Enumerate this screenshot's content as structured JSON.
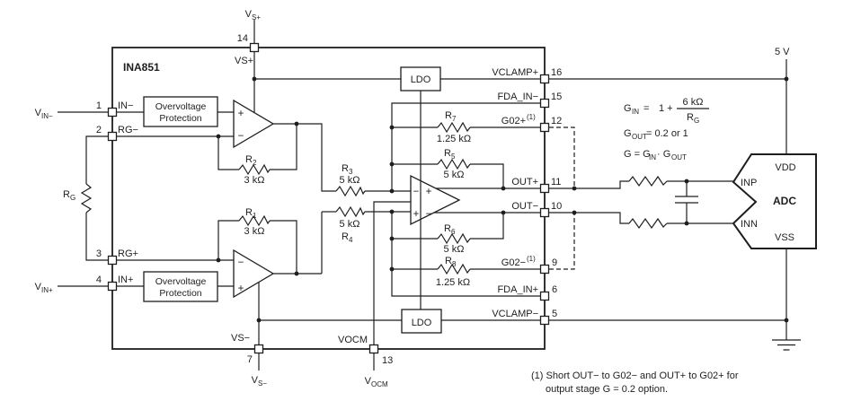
{
  "chip": {
    "title": "INA851",
    "ovp": {
      "line1": "Overvoltage",
      "line2": "Protection"
    },
    "ldo_label": "LDO",
    "marks": {
      "plus": "+",
      "minus": "−"
    }
  },
  "pins": {
    "p1": {
      "num": "1",
      "name": "IN−"
    },
    "p2": {
      "num": "2",
      "name": "RG−"
    },
    "p3": {
      "num": "3",
      "name": "RG+"
    },
    "p4": {
      "num": "4",
      "name": "IN+"
    },
    "p5": {
      "num": "5",
      "name": "VCLAMP−"
    },
    "p6": {
      "num": "6",
      "name": "FDA_IN+"
    },
    "p7": {
      "num": "7",
      "name": "VS−"
    },
    "p9": {
      "num": "9",
      "name": "G02−",
      "sup": "(1)"
    },
    "p10": {
      "num": "10",
      "name": "OUT−"
    },
    "p11": {
      "num": "11",
      "name": "OUT+"
    },
    "p12": {
      "num": "12",
      "name": "G02+",
      "sup": "(1)"
    },
    "p13": {
      "num": "13",
      "name": "VOCM"
    },
    "p14": {
      "num": "14",
      "name": "VS+"
    },
    "p15": {
      "num": "15",
      "name": "FDA_IN−"
    },
    "p16": {
      "num": "16",
      "name": "VCLAMP+"
    }
  },
  "resistors": {
    "r1": {
      "ref": "R",
      "sub": "1",
      "value": "3 kΩ"
    },
    "r2": {
      "ref": "R",
      "sub": "2",
      "value": "3 kΩ"
    },
    "r3": {
      "ref": "R",
      "sub": "3",
      "value": "5 kΩ"
    },
    "r4": {
      "ref": "R",
      "sub": "4",
      "value": "5 kΩ"
    },
    "r5": {
      "ref": "R",
      "sub": "5",
      "value": "5 kΩ"
    },
    "r6": {
      "ref": "R",
      "sub": "6",
      "value": "5 kΩ"
    },
    "r7": {
      "ref": "R",
      "sub": "7",
      "value": "1.25 kΩ"
    },
    "r8": {
      "ref": "R",
      "sub": "8",
      "value": "1.25 kΩ"
    },
    "rg": {
      "ref": "R",
      "sub": "G"
    }
  },
  "external": {
    "vin_neg": {
      "ref": "V",
      "sub": "IN−"
    },
    "vin_pos": {
      "ref": "V",
      "sub": "IN+"
    },
    "vs_pos": {
      "ref": "V",
      "sub": "S+"
    },
    "vs_neg": {
      "ref": "V",
      "sub": "S−"
    },
    "vocm": {
      "ref": "V",
      "sub": "OCM"
    },
    "rail_5v": "5 V"
  },
  "adc": {
    "title": "ADC",
    "vdd": "VDD",
    "inp": "INP",
    "inn": "INN",
    "vss": "VSS"
  },
  "equations": {
    "gin": {
      "lhs": "G",
      "lhs_sub": "IN",
      "eq": "=",
      "one_plus": "1 +",
      "num": "6 kΩ",
      "den": "R",
      "den_sub": "G"
    },
    "gout": {
      "lhs": "G",
      "lhs_sub": "OUT",
      "rhs": "= 0.2 or 1"
    },
    "g": {
      "lhs": "G = G",
      "sub1": "IN",
      "mid": "· G",
      "sub2": "OUT"
    }
  },
  "footnote": {
    "line1": "(1) Short OUT− to G02− and OUT+ to G02+ for",
    "line2": "output stage G = 0.2 option."
  }
}
